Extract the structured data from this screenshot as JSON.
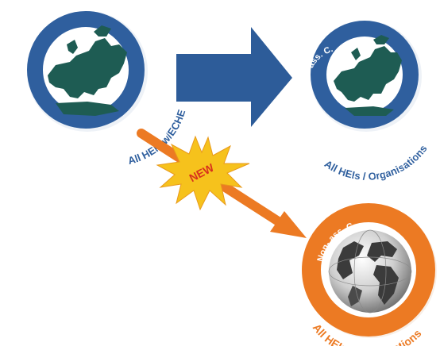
{
  "colors": {
    "eu_blue": "#2f5f9e",
    "arrow_blue": "#2d5c99",
    "map_green": "#1e5c53",
    "orange": "#ec7a23",
    "burst_yellow": "#f6c21c",
    "burst_red": "#d8301d",
    "globe_gray": "#5c5c5c"
  },
  "source_circle": {
    "caption": "All HEIs w/ECHE",
    "icon": "europe-map-icon"
  },
  "target_top": {
    "inner_label": "EU + ass. C.",
    "caption": "All HEIs / Organisations",
    "icon": "europe-map-icon"
  },
  "target_bottom": {
    "inner_label": "Non- ass. C.",
    "caption": "All HEIs / Organisations",
    "icon": "world-globe-icon"
  },
  "badge": {
    "text": "NEW",
    "icon": "starburst-icon"
  },
  "arrows": {
    "main": "big-right-arrow-icon",
    "diagonal": "diagonal-arrow-icon"
  }
}
